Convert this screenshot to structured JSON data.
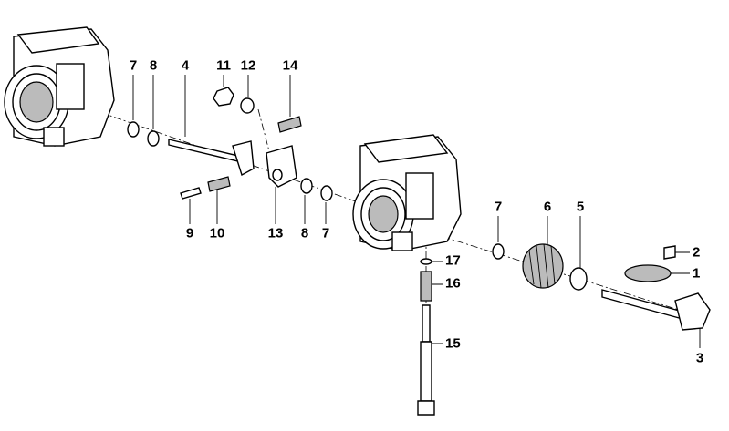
{
  "diagram": {
    "labels": {
      "top_7": "7",
      "top_8": "8",
      "top_4": "4",
      "top_11": "11",
      "top_12": "12",
      "top_14": "14",
      "mid_9": "9",
      "mid_10": "10",
      "mid_13": "13",
      "mid_8": "8",
      "mid_7": "7",
      "right_7": "7",
      "right_6": "6",
      "right_5": "5",
      "p17": "17",
      "p16": "16",
      "p15": "15",
      "p2": "2",
      "p1": "1",
      "p3": "3"
    }
  }
}
